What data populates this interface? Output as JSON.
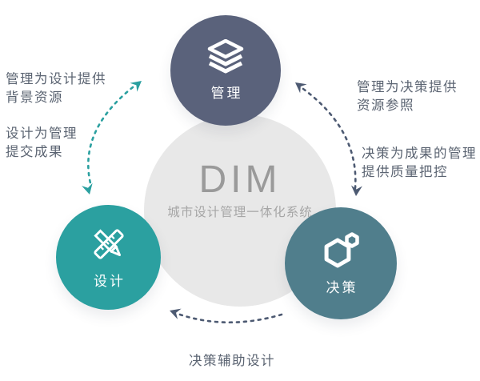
{
  "diagram": {
    "center": {
      "title": "DIM",
      "subtitle": "城市设计管理一体化系统"
    },
    "nodes": [
      {
        "id": "management",
        "label": "管理",
        "icon": "layers-icon",
        "color": "#5a627b"
      },
      {
        "id": "design",
        "label": "设计",
        "icon": "pencil-ruler-icon",
        "color": "#2ba0a0"
      },
      {
        "id": "decision",
        "label": "决策",
        "icon": "hexagons-icon",
        "color": "#507e8c"
      }
    ],
    "annotations": [
      {
        "id": "management-to-design",
        "lines": [
          "管理为设计提供",
          "背景资源"
        ]
      },
      {
        "id": "design-to-management",
        "lines": [
          "设计为管理",
          "提交成果"
        ]
      },
      {
        "id": "management-to-decision",
        "lines": [
          "管理为决策提供",
          "资源参照"
        ]
      },
      {
        "id": "decision-to-management",
        "lines": [
          "决策为成果的管理",
          "提供质量把控"
        ]
      },
      {
        "id": "decision-to-design",
        "lines": [
          "决策辅助设计"
        ]
      }
    ],
    "colors": {
      "teal_accent": "#2ba0a0",
      "slate_accent": "#5a627b",
      "steel_accent": "#507e8c",
      "arrow_teal": "#2ba0a0",
      "arrow_slate": "#4d5a72",
      "center_circle_bg": "#e8e8e8",
      "center_text": "#9a9a9a",
      "annotation_text": "#5b6472"
    }
  }
}
